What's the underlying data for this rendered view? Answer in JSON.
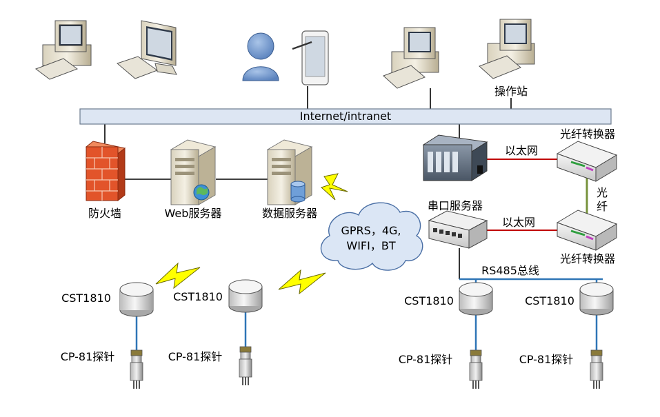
{
  "network": {
    "bus_label": "Internet/intranet",
    "operator_station_label": "操作站"
  },
  "servers": {
    "firewall_label": "防火墙",
    "web_server_label": "Web服务器",
    "data_server_label": "数据服务器"
  },
  "wireless": {
    "cloud_line1": "GPRS，4G,",
    "cloud_line2": "WIFI，BT"
  },
  "serial": {
    "serial_server_label": "串口服务器",
    "ethernet_top_label": "以太网",
    "ethernet_bottom_label": "以太网",
    "converter_top_label": "光纤转换器",
    "converter_bottom_label": "光纤转换器",
    "fiber_label_1": "光",
    "fiber_label_2": "纤",
    "rs485_label": "RS485总线"
  },
  "devices": [
    {
      "meter_label": "CST1810",
      "probe_label": "CP-81探针"
    },
    {
      "meter_label": "CST1810",
      "probe_label": "CP-81探针"
    },
    {
      "meter_label": "CST1810",
      "probe_label": "CP-81探针"
    },
    {
      "meter_label": "CST1810",
      "probe_label": "CP-81探针"
    }
  ],
  "colors": {
    "bus_fill": "#dde6f3",
    "ethernet_red": "#c00000",
    "fiber_green": "#77933c",
    "rs485_blue": "#2e75b6",
    "lightning_yellow": "#ffff00",
    "firewall_red": "#e2542a",
    "cloud_fill": "#dbe6f5"
  }
}
